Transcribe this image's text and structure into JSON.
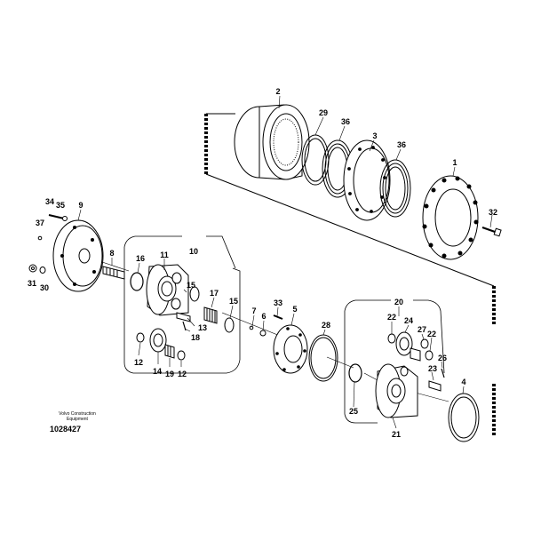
{
  "callouts": [
    "1",
    "2",
    "3",
    "4",
    "5",
    "6",
    "7",
    "8",
    "9",
    "10",
    "11",
    "12",
    "12",
    "13",
    "14",
    "15",
    "15",
    "16",
    "17",
    "18",
    "19",
    "20",
    "21",
    "22",
    "22",
    "23",
    "24",
    "25",
    "26",
    "27",
    "28",
    "29",
    "30",
    "31",
    "32",
    "33",
    "34",
    "35",
    "36",
    "36",
    "37"
  ],
  "credit": {
    "line1": "Volvo Construction",
    "line2": "Equipment"
  },
  "document_number": "1028427"
}
